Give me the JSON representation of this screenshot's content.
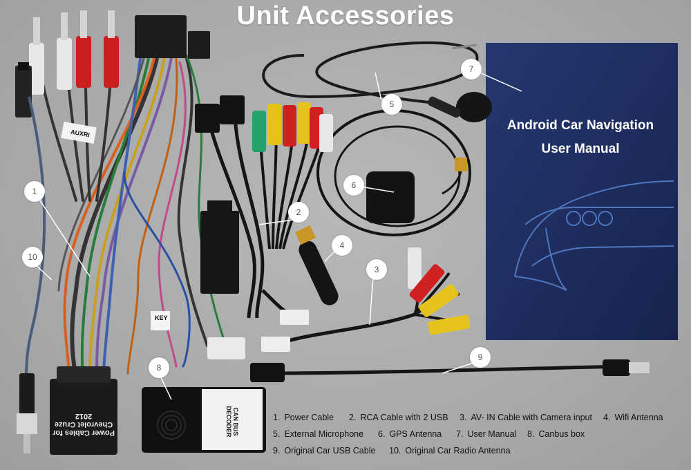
{
  "title": "Unit Accessories",
  "manual": {
    "line1": "Android Car Navigation",
    "line2": "User Manual"
  },
  "harness_label": "Power Cables for Chevrolet Cruze 2012",
  "canbus_label": "CAN BUS DECODER",
  "tag_auxri": "AUXRI",
  "tag_key": "KEY",
  "callouts": [
    "1",
    "2",
    "3",
    "4",
    "5",
    "6",
    "7",
    "8",
    "9",
    "10"
  ],
  "legend": [
    {
      "num": "1.",
      "label": "Power Cable"
    },
    {
      "num": "2.",
      "label": "RCA Cable with 2 USB"
    },
    {
      "num": "3.",
      "label": "AV- IN Cable with Camera input"
    },
    {
      "num": "4.",
      "label": "Wifi Antenna"
    },
    {
      "num": "5.",
      "label": "External Microphone"
    },
    {
      "num": "6.",
      "label": "GPS Antenna"
    },
    {
      "num": "7.",
      "label": "User Manual"
    },
    {
      "num": "8.",
      "label": "Canbus box"
    },
    {
      "num": "9.",
      "label": "Original Car USB Cable"
    },
    {
      "num": "10.",
      "label": "Original Car Radio Antenna"
    }
  ],
  "colors": {
    "background": "#aaacae",
    "manual_cover": "#1f2f63",
    "title": "#ffffff"
  }
}
